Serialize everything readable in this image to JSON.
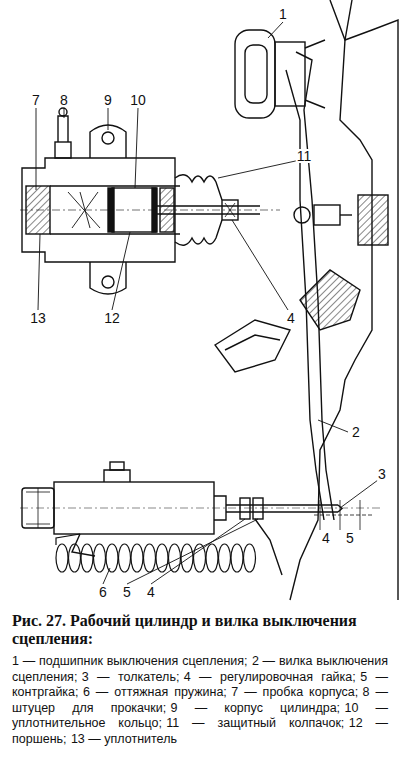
{
  "diagram": {
    "caption": "Рис. 27. Рабочий цилиндр и вилка выключения сцепления:",
    "labels": [
      "1",
      "7",
      "8",
      "9",
      "10",
      "11",
      "13",
      "12",
      "4",
      "2",
      "3",
      "4",
      "5",
      "6",
      "5",
      "4",
      "1 — подшипник выключения сцепления;",
      "2 — вилка выключения сцепления;",
      "3 — толкатель;",
      "4 — регулировочная гайка;",
      "5 — контргайка;",
      "6 — оттяжная пружина;",
      "7 — пробка корпуса;",
      "8 — штуцер для прокачки;",
      "9 — корпус цилиндра;",
      "10 — уплотнительное кольцо;",
      "11 — защитный колпачок;",
      "12 — поршень;",
      "13 — уплотнитель"
    ]
  }
}
